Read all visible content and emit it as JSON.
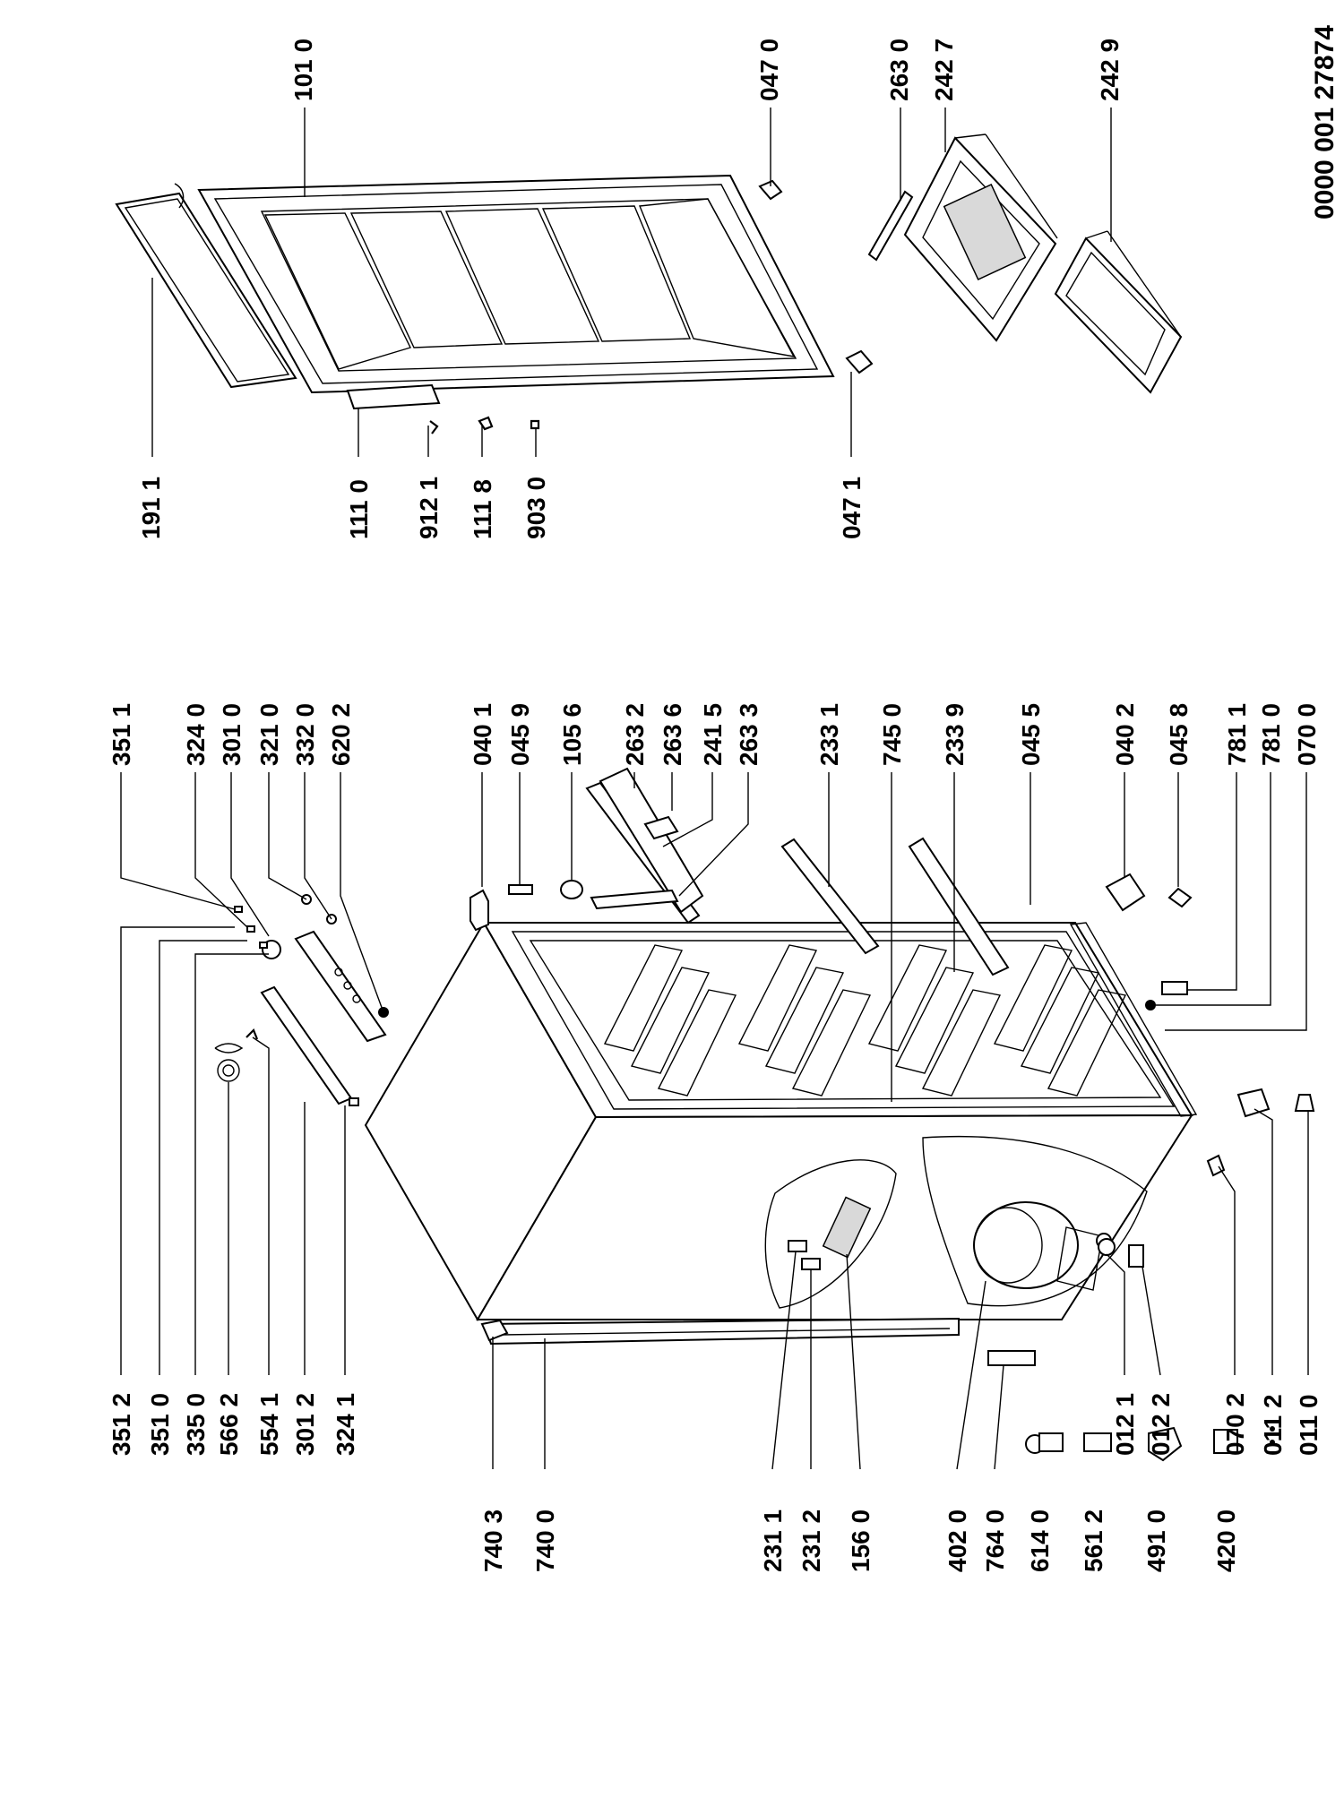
{
  "document_code": "0000 001 27874",
  "callouts_left_top": [
    "351 1",
    "324 0",
    "301 0",
    "321 0",
    "332 0",
    "620 2"
  ],
  "callouts_left_mid": [
    "040 1",
    "045 9",
    "105 6",
    "263 2",
    "263 6",
    "241 5",
    "263 3",
    "233 1",
    "745 0",
    "233 9",
    "045 5",
    "040 2",
    "045 8",
    "781 1",
    "781 0",
    "070 0"
  ],
  "callouts_left_bottom_a": [
    "351 2",
    "351 0",
    "335 0",
    "566 2",
    "554 1",
    "301 2",
    "324 1"
  ],
  "callouts_left_bottom_b": [
    "012 1",
    "012 2",
    "070 2",
    "011 2",
    "011 0"
  ],
  "callouts_bottom_row": [
    "740 3",
    "740 0",
    "231 1",
    "231 2",
    "156 0",
    "402 0",
    "764 0",
    "614 0",
    "561 2",
    "491 0",
    "420 0"
  ],
  "callouts_right_top": [
    "101 0",
    "047 0",
    "263 0",
    "242 7",
    "242 9"
  ],
  "callouts_right_bottom": [
    "191 1",
    "111 0",
    "912 1",
    "111 8",
    "903 0",
    "047 1"
  ]
}
